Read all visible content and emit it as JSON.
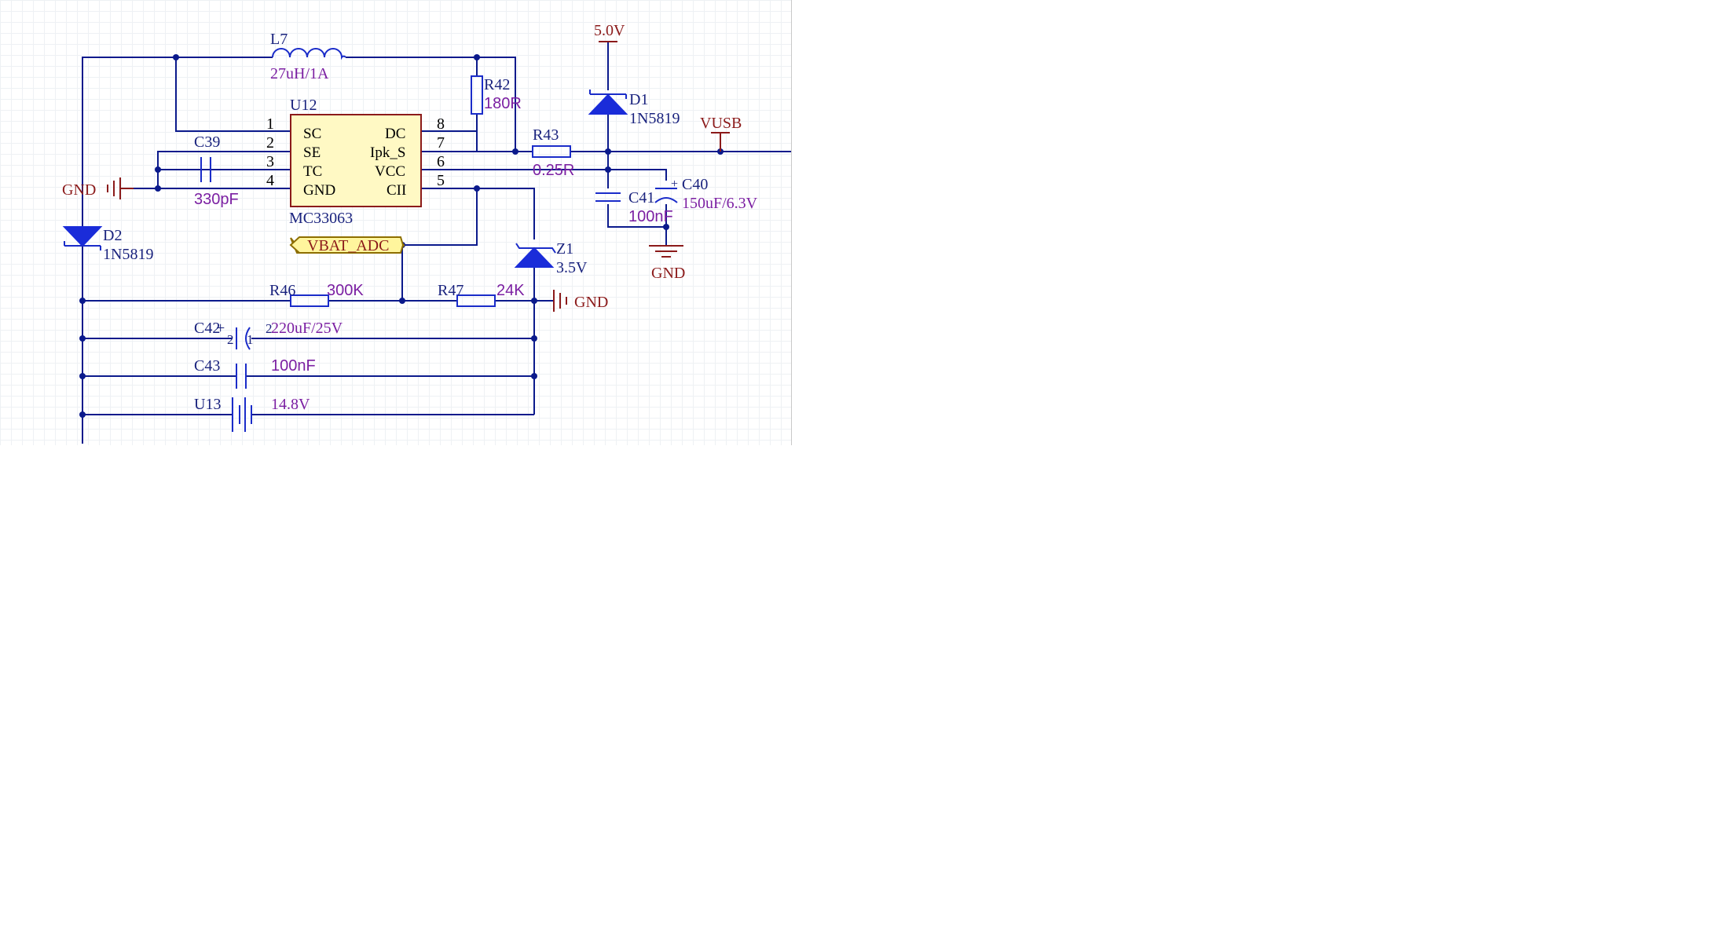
{
  "components": {
    "L7": {
      "designator": "L7",
      "value": "27uH/1A"
    },
    "R42": {
      "designator": "R42",
      "value": "180R"
    },
    "U12": {
      "designator": "U12",
      "part": "MC33063",
      "pins_left": [
        {
          "num": "1",
          "name": "SC"
        },
        {
          "num": "2",
          "name": "SE"
        },
        {
          "num": "3",
          "name": "TC"
        },
        {
          "num": "4",
          "name": "GND"
        }
      ],
      "pins_right": [
        {
          "num": "8",
          "name": "DC"
        },
        {
          "num": "7",
          "name": "Ipk_S"
        },
        {
          "num": "6",
          "name": "VCC"
        },
        {
          "num": "5",
          "name": "CII"
        }
      ]
    },
    "C39": {
      "designator": "C39",
      "value": "330pF"
    },
    "R43": {
      "designator": "R43",
      "value": "0.25R"
    },
    "D1": {
      "designator": "D1",
      "value": "1N5819"
    },
    "D2": {
      "designator": "D2",
      "value": "1N5819"
    },
    "C40": {
      "designator": "C40",
      "value": "150uF/6.3V"
    },
    "C41": {
      "designator": "C41",
      "value": "100nF"
    },
    "Z1": {
      "designator": "Z1",
      "value": "3.5V"
    },
    "R46": {
      "designator": "R46",
      "value": "300K"
    },
    "R47": {
      "designator": "R47",
      "value": "24K"
    },
    "C42": {
      "designator": "C42",
      "value": "220uF/25V",
      "pin_a": "2",
      "pin_b": "1",
      "polarity": "+"
    },
    "C43": {
      "designator": "C43",
      "value": "100nF"
    },
    "U13": {
      "designator": "U13",
      "value": "14.8V"
    }
  },
  "nets": {
    "v5": "5.0V",
    "vusb": "VUSB",
    "gnd_left": "GND",
    "gnd_bottom": "GND",
    "gnd_right": "GND",
    "vbat_adc": "VBAT_ADC"
  },
  "colors": {
    "wire": "#0b1a8c",
    "component": "#1a2cc9",
    "power": "#8b1a1a",
    "value_text": "#7b1fa2",
    "ic_fill": "#fff9c4"
  }
}
